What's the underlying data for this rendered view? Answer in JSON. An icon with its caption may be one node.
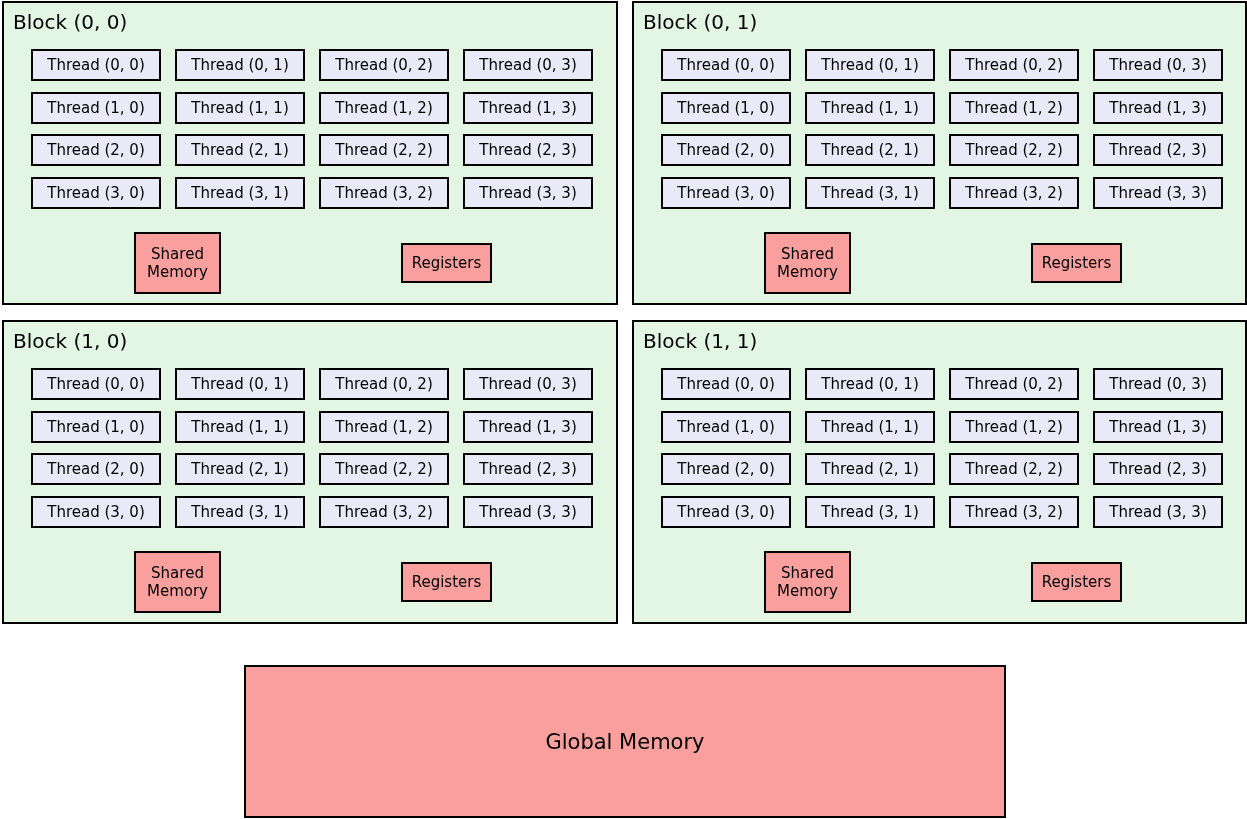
{
  "diagram": {
    "nodes": [
      {
        "text": [
          "Block (0, 0)"
        ]
      },
      {
        "text": [
          "Thread (0, 0)"
        ],
        "in": 0
      },
      {
        "text": [
          "Thread (0, 1)"
        ],
        "in": 0
      },
      {
        "text": [
          "Thread (0, 2)"
        ],
        "in": 0
      },
      {
        "text": [
          "Thread (0, 3)"
        ],
        "in": 0
      },
      {
        "text": [
          "Thread (1, 0)"
        ],
        "in": 0
      },
      {
        "text": [
          "Thread (1, 1)"
        ],
        "in": 0
      },
      {
        "text": [
          "Thread (1, 2)"
        ],
        "in": 0
      },
      {
        "text": [
          "Thread (1, 3)"
        ],
        "in": 0
      },
      {
        "text": [
          "Thread (2, 0)"
        ],
        "in": 0
      },
      {
        "text": [
          "Thread (2, 1)"
        ],
        "in": 0
      },
      {
        "text": [
          "Thread (2, 2)"
        ],
        "in": 0
      },
      {
        "text": [
          "Thread (2, 3)"
        ],
        "in": 0
      },
      {
        "text": [
          "Thread (3, 0)"
        ],
        "in": 0
      },
      {
        "text": [
          "Thread (3, 1)"
        ],
        "in": 0
      },
      {
        "text": [
          "Thread (3, 2)"
        ],
        "in": 0
      },
      {
        "text": [
          "Thread (3, 3)"
        ],
        "in": 0
      },
      {
        "text": [
          "Shared Memory"
        ],
        "in": 0
      },
      {
        "text": [
          "Registers"
        ],
        "in": 0
      },
      {
        "text": [
          "Block (0, 1)"
        ]
      },
      {
        "text": [
          "Thread (0, 0)"
        ],
        "in": 19
      },
      {
        "text": [
          "Thread (0, 1)"
        ],
        "in": 19
      },
      {
        "text": [
          "Thread (0, 2)"
        ],
        "in": 19
      },
      {
        "text": [
          "Thread (0, 3)"
        ],
        "in": 19
      },
      {
        "text": [
          "Thread (1, 0)"
        ],
        "in": 19
      },
      {
        "text": [
          "Thread (1, 1)"
        ],
        "in": 19
      },
      {
        "text": [
          "Thread (1, 2)"
        ],
        "in": 19
      },
      {
        "text": [
          "Thread (1, 3)"
        ],
        "in": 19
      },
      {
        "text": [
          "Thread (2, 0)"
        ],
        "in": 19
      },
      {
        "text": [
          "Thread (2, 1)"
        ],
        "in": 19
      },
      {
        "text": [
          "Thread (2, 2)"
        ],
        "in": 19
      },
      {
        "text": [
          "Thread (2, 3)"
        ],
        "in": 19
      },
      {
        "text": [
          "Thread (3, 0)"
        ],
        "in": 19
      },
      {
        "text": [
          "Thread (3, 1)"
        ],
        "in": 19
      },
      {
        "text": [
          "Thread (3, 2)"
        ],
        "in": 19
      },
      {
        "text": [
          "Thread (3, 3)"
        ],
        "in": 19
      },
      {
        "text": [
          "Shared Memory"
        ],
        "in": 19
      },
      {
        "text": [
          "Registers"
        ],
        "in": 19
      },
      {
        "text": [
          "Block (1, 0)"
        ]
      },
      {
        "text": [
          "Thread (0, 0)"
        ],
        "in": 38
      },
      {
        "text": [
          "Thread (0, 1)"
        ],
        "in": 38
      },
      {
        "text": [
          "Thread (0, 2)"
        ],
        "in": 38
      },
      {
        "text": [
          "Thread (0, 3)"
        ],
        "in": 38
      },
      {
        "text": [
          "Thread (1, 0)"
        ],
        "in": 38
      },
      {
        "text": [
          "Thread (1, 1)"
        ],
        "in": 38
      },
      {
        "text": [
          "Thread (1, 2)"
        ],
        "in": 38
      },
      {
        "text": [
          "Thread (1, 3)"
        ],
        "in": 38
      },
      {
        "text": [
          "Thread (2, 0)"
        ],
        "in": 38
      },
      {
        "text": [
          "Thread (2, 1)"
        ],
        "in": 38
      },
      {
        "text": [
          "Thread (2, 2)"
        ],
        "in": 38
      },
      {
        "text": [
          "Thread (2, 3)"
        ],
        "in": 38
      },
      {
        "text": [
          "Thread (3, 0)"
        ],
        "in": 38
      },
      {
        "text": [
          "Thread (3, 1)"
        ],
        "in": 38
      },
      {
        "text": [
          "Thread (3, 2)"
        ],
        "in": 38
      },
      {
        "text": [
          "Thread (3, 3)"
        ],
        "in": 38
      },
      {
        "text": [
          "Shared Memory"
        ],
        "in": 38
      },
      {
        "text": [
          "Registers"
        ],
        "in": 38
      },
      {
        "text": [
          "Block (1, 1)"
        ]
      },
      {
        "text": [
          "Thread (0, 0)"
        ],
        "in": 57
      },
      {
        "text": [
          "Thread (0, 1)"
        ],
        "in": 57
      },
      {
        "text": [
          "Thread (0, 2)"
        ],
        "in": 57
      },
      {
        "text": [
          "Thread (0, 3)"
        ],
        "in": 57
      },
      {
        "text": [
          "Thread (1, 0)"
        ],
        "in": 57
      },
      {
        "text": [
          "Thread (1, 1)"
        ],
        "in": 57
      },
      {
        "text": [
          "Thread (1, 2)"
        ],
        "in": 57
      },
      {
        "text": [
          "Thread (1, 3)"
        ],
        "in": 57
      },
      {
        "text": [
          "Thread (2, 0)"
        ],
        "in": 57
      },
      {
        "text": [
          "Thread (2, 1)"
        ],
        "in": 57
      },
      {
        "text": [
          "Thread (2, 2)"
        ],
        "in": 57
      },
      {
        "text": [
          "Thread (2, 3)"
        ],
        "in": 57
      },
      {
        "text": [
          "Thread (3, 0)"
        ],
        "in": 57
      },
      {
        "text": [
          "Thread (3, 1)"
        ],
        "in": 57
      },
      {
        "text": [
          "Thread (3, 2)"
        ],
        "in": 57
      },
      {
        "text": [
          "Thread (3, 3)"
        ],
        "in": 57
      },
      {
        "text": [
          "Shared Memory"
        ],
        "in": 57
      },
      {
        "text": [
          "Registers"
        ],
        "in": 57
      },
      {
        "text": [
          "Global Memory"
        ]
      }
    ]
  }
}
